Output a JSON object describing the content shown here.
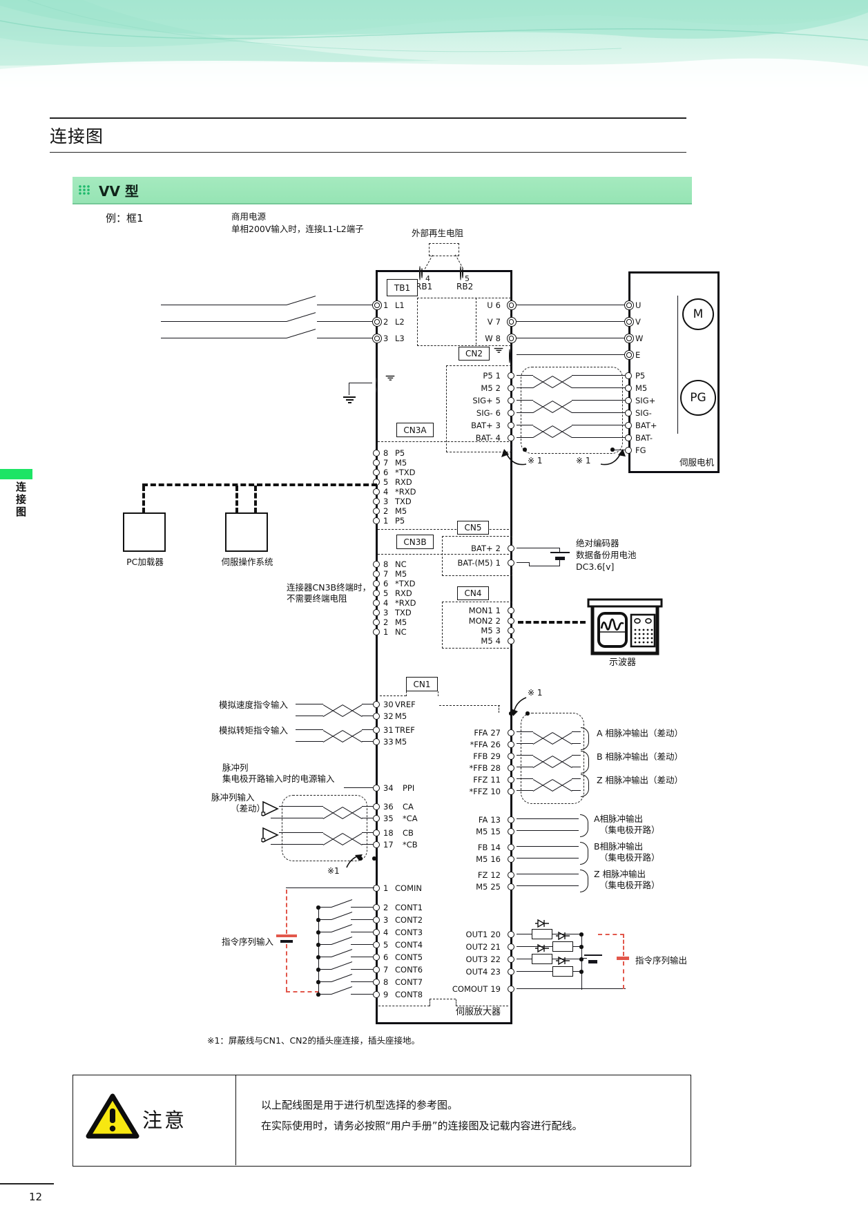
{
  "page": {
    "title": "连接图",
    "section_label": "VV 型",
    "example_label": "例：框1",
    "footnote": "※1：屏蔽线与CN1、CN2的插头座连接，插头座接地。",
    "page_number": "12",
    "sidebar_tab": "连接图"
  },
  "caution": {
    "label": "注意",
    "line1": "以上配线图是用于进行机型选择的参考图。",
    "line2": "在实际使用时，请务必按照“用户手册”的连接图及记载内容进行配线。"
  },
  "colors": {
    "banner_green": "#9fe7ba",
    "sidebar_green": "#1de465",
    "caution_yellow": "#f7e711",
    "wire_red": "#e2574b"
  },
  "diagram": {
    "ext_resistor": "外部再生电阻",
    "power_note1": "商用电源",
    "power_note2": "单相200V输入时，连接L1-L2端子",
    "tb1": "TB1",
    "rb_terms": [
      {
        "num": "4",
        "name": "RB1"
      },
      {
        "num": "5",
        "name": "RB2"
      }
    ],
    "power_pins": [
      {
        "num": "1",
        "name": "L1"
      },
      {
        "num": "2",
        "name": "L2"
      },
      {
        "num": "3",
        "name": "L3"
      }
    ],
    "uvw_pins": [
      {
        "name": "U",
        "num": "6"
      },
      {
        "name": "V",
        "num": "7"
      },
      {
        "name": "W",
        "num": "8"
      }
    ],
    "motor_power_pins": [
      "U",
      "V",
      "W",
      "E"
    ],
    "servo_motor": "伺服电机",
    "motor_m": "M",
    "motor_pg": "PG",
    "ref1": "※ 1",
    "ref1b": "※1",
    "cn2": {
      "label": "CN2",
      "pins": [
        {
          "name": "P5",
          "num": "1"
        },
        {
          "name": "M5",
          "num": "2"
        },
        {
          "name": "SIG+",
          "num": "5"
        },
        {
          "name": "SIG-",
          "num": "6"
        },
        {
          "name": "BAT+",
          "num": "3"
        },
        {
          "name": "BAT-",
          "num": "4"
        }
      ],
      "motor_pins": [
        "P5",
        "M5",
        "SIG+",
        "SIG-",
        "BAT+",
        "BAT-",
        "FG"
      ]
    },
    "cn3a": {
      "label": "CN3A",
      "pins": [
        {
          "num": "8",
          "name": "P5"
        },
        {
          "num": "7",
          "name": "M5"
        },
        {
          "num": "6",
          "name": "*TXD"
        },
        {
          "num": "5",
          "name": "RXD"
        },
        {
          "num": "4",
          "name": "*RXD"
        },
        {
          "num": "3",
          "name": "TXD"
        },
        {
          "num": "2",
          "name": "M5"
        },
        {
          "num": "1",
          "name": "P5"
        }
      ]
    },
    "cn3b": {
      "label": "CN3B",
      "pins": [
        {
          "num": "8",
          "name": "NC"
        },
        {
          "num": "7",
          "name": "M5"
        },
        {
          "num": "6",
          "name": "*TXD"
        },
        {
          "num": "5",
          "name": "RXD"
        },
        {
          "num": "4",
          "name": "*RXD"
        },
        {
          "num": "3",
          "name": "TXD"
        },
        {
          "num": "2",
          "name": "M5"
        },
        {
          "num": "1",
          "name": "NC"
        }
      ],
      "note1": "连接器CN3B终端时，",
      "note2": "不需要终端电阻"
    },
    "pc_loader": "PC加载器",
    "servo_os": "伺服操作系统",
    "cn5": {
      "label": "CN5",
      "pins": [
        {
          "name": "BAT+",
          "num": "2"
        },
        {
          "name": "BAT-(M5)",
          "num": "1"
        }
      ],
      "note1": "绝对编码器",
      "note2": "数据备份用电池",
      "note3": "DC3.6[v]"
    },
    "cn4": {
      "label": "CN4",
      "pins": [
        {
          "name": "MON1",
          "num": "1"
        },
        {
          "name": "MON2",
          "num": "2"
        },
        {
          "name": "M5",
          "num": "3"
        },
        {
          "name": "M5",
          "num": "4"
        }
      ]
    },
    "oscilloscope": "示波器",
    "cn1": {
      "label": "CN1",
      "analog1_label": "模拟速度指令输入",
      "analog1_pins": [
        {
          "num": "30",
          "name": "VREF"
        },
        {
          "num": "32",
          "name": "M5"
        }
      ],
      "analog2_label": "模拟转矩指令输入",
      "analog2_pins": [
        {
          "num": "31",
          "name": "TREF"
        },
        {
          "num": "33",
          "name": "M5"
        }
      ],
      "pulse_note1": "脉冲列",
      "pulse_note2": "集电极开路输入时的电源输入",
      "ppi_pin": [
        {
          "num": "34",
          "name": "PPI"
        }
      ],
      "pulse_in1": "脉冲列输入",
      "pulse_in2": "（差动）",
      "ca_pins": [
        {
          "num": "36",
          "name": "CA"
        },
        {
          "num": "35",
          "name": "*CA"
        }
      ],
      "cb_pins": [
        {
          "num": "18",
          "name": "CB"
        },
        {
          "num": "17",
          "name": "*CB"
        }
      ],
      "comin_pin": [
        {
          "num": "1",
          "name": "COMIN"
        }
      ],
      "cont_pins": [
        {
          "num": "2",
          "name": "CONT1"
        },
        {
          "num": "3",
          "name": "CONT2"
        },
        {
          "num": "4",
          "name": "CONT3"
        },
        {
          "num": "5",
          "name": "CONT4"
        },
        {
          "num": "6",
          "name": "CONT5"
        },
        {
          "num": "7",
          "name": "CONT6"
        },
        {
          "num": "8",
          "name": "CONT7"
        },
        {
          "num": "9",
          "name": "CONT8"
        }
      ],
      "seq_in": "指令序列输入",
      "ff_pins": [
        {
          "name": "FFA",
          "num": "27"
        },
        {
          "name": "*FFA",
          "num": "26"
        },
        {
          "name": "FFB",
          "num": "29"
        },
        {
          "name": "*FFB",
          "num": "28"
        },
        {
          "name": "FFZ",
          "num": "11"
        },
        {
          "name": "*FFZ",
          "num": "10"
        }
      ],
      "diff_labels": [
        "A 相脉冲输出（差动）",
        "B 相脉冲输出（差动）",
        "Z 相脉冲输出（差动）"
      ],
      "fa_pins": [
        {
          "name": "FA",
          "num": "13"
        },
        {
          "name": "M5",
          "num": "15"
        }
      ],
      "fb_pins": [
        {
          "name": "FB",
          "num": "14"
        },
        {
          "name": "M5",
          "num": "16"
        }
      ],
      "fz_pins": [
        {
          "name": "FZ",
          "num": "12"
        },
        {
          "name": "M5",
          "num": "25"
        }
      ],
      "oc_labels": [
        {
          "l1": "A相脉冲输出",
          "l2": "（集电极开路）"
        },
        {
          "l1": "B相脉冲输出",
          "l2": "（集电极开路）"
        },
        {
          "l1": "Z 相脉冲输出",
          "l2": "（集电极开路）"
        }
      ],
      "out_pins": [
        {
          "name": "OUT1",
          "num": "20"
        },
        {
          "name": "OUT2",
          "num": "21"
        },
        {
          "name": "OUT3",
          "num": "22"
        },
        {
          "name": "OUT4",
          "num": "23"
        }
      ],
      "comout_pin": [
        {
          "name": "COMOUT",
          "num": "19"
        }
      ],
      "seq_out": "指令序列输出"
    },
    "servo_amp": "伺服放大器"
  }
}
